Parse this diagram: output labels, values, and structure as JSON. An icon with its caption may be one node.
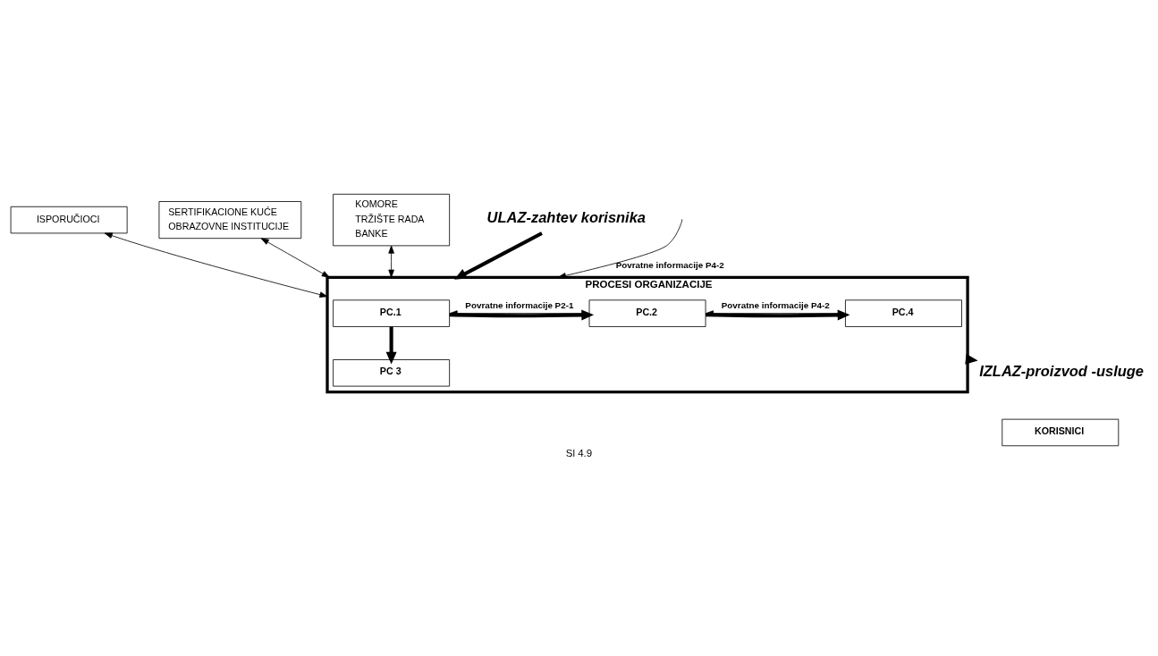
{
  "diagram": {
    "caption": "Sl 4.9",
    "nodes": [
      {
        "text": [
          "ISPORUČIOCI"
        ]
      },
      {
        "text": [
          "SERTIFIKACIONE KUĆE",
          "OBRAZOVNE INSTITUCIJE"
        ]
      },
      {
        "text": [
          "KOMORE",
          "TRŽIŠTE RADA",
          "BANKE"
        ]
      },
      {
        "text": [
          "ULAZ-zahtev korisnika"
        ]
      },
      {
        "text": [
          "PROCESI ORGANIZACIJE"
        ]
      },
      {
        "text": [
          "PC.1"
        ],
        "in": 4
      },
      {
        "text": [
          "PC.2"
        ],
        "in": 4
      },
      {
        "text": [
          "PC.4"
        ],
        "in": 4
      },
      {
        "text": [
          "PC 3"
        ],
        "in": 4
      },
      {
        "text": [
          "IZLAZ-proizvod -usluge"
        ]
      },
      {
        "text": [
          "KORISNICI"
        ]
      }
    ],
    "edges": [
      {
        "from": 0,
        "to": 4,
        "arrow": "both"
      },
      {
        "from": 1,
        "to": 4,
        "arrow": "both"
      },
      {
        "from": 2,
        "to": 4,
        "arrow": "both"
      },
      {
        "from": 3,
        "to": 4,
        "arrow": "to",
        "style": "thick"
      },
      {
        "from": 5,
        "to": 6,
        "arrow": "to",
        "style": "thick"
      },
      {
        "from": 6,
        "to": 7,
        "arrow": "to",
        "style": "thick"
      },
      {
        "from": 5,
        "to": 8,
        "arrow": "to",
        "style": "thick"
      },
      {
        "from": 6,
        "to": 5,
        "arrow": "to",
        "label": "Povratne informacije P2-1"
      },
      {
        "from": 7,
        "to": 6,
        "arrow": "to",
        "label": "Povratne informacije P4-2"
      },
      {
        "from": 4,
        "to": 9,
        "arrow": "to",
        "style": "thick"
      },
      {
        "from": null,
        "to": 4,
        "arrow": "to",
        "label": "Povratne informacije P4-2"
      }
    ]
  }
}
